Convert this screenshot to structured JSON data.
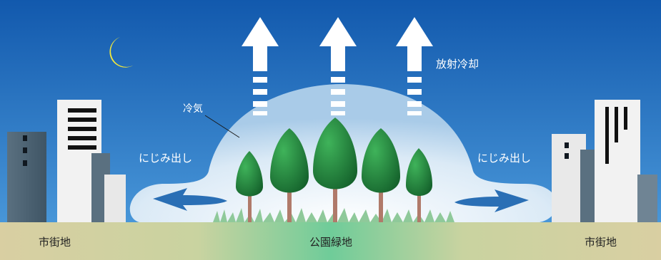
{
  "labels": {
    "radiative_cooling": "放射冷却",
    "cool_air": "冷気",
    "seep_left": "にじみ出し",
    "seep_right": "にじみ出し",
    "city_left": "市街地",
    "park": "公園緑地",
    "city_right": "市街地"
  },
  "colors": {
    "sky_top": "#1565b8",
    "sky_bottom": "#3a8fd4",
    "ground": "#d8cfa3",
    "park_ground": "#7ccf9a",
    "moon": "#f5ea3a",
    "tree": "#1e8a3c",
    "arrow_blue": "#2a6fb5"
  }
}
